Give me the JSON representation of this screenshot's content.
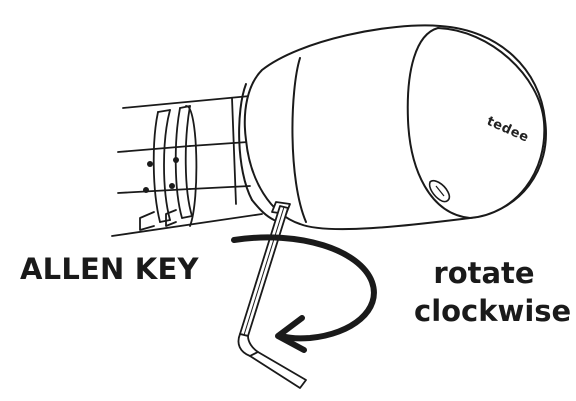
{
  "diagram": {
    "labels": {
      "allen_key": "ALLEN KEY",
      "rotate": "rotate",
      "clockwise": "clockwise"
    },
    "device": {
      "brand": "tedee"
    },
    "colors": {
      "stroke": "#1a1a1a",
      "background": "#ffffff"
    },
    "icons": {
      "arrow": "curved-arrow-icon",
      "key": "allen-key-icon"
    }
  }
}
